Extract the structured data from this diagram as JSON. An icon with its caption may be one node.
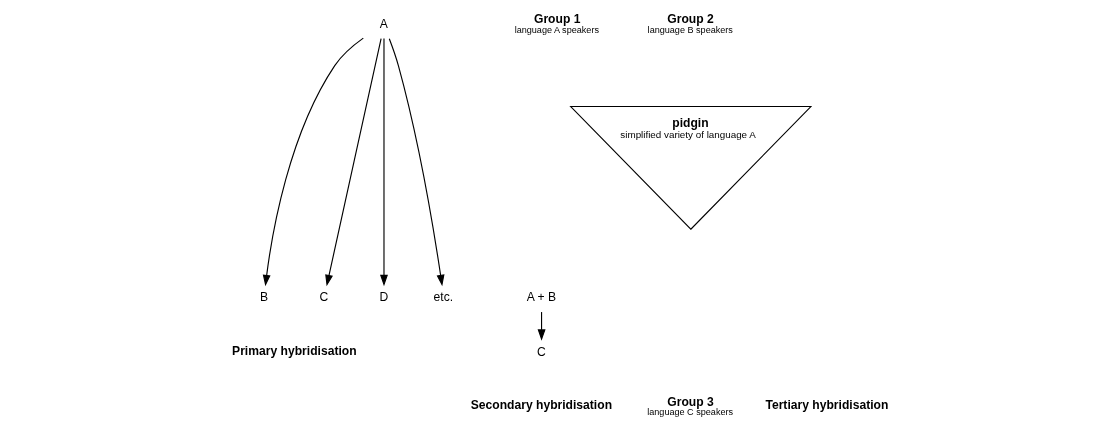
{
  "diagram": {
    "nodes": [
      {
        "text": [
          "A"
        ]
      },
      {
        "text": [
          "B"
        ]
      },
      {
        "text": [
          "C"
        ]
      },
      {
        "text": [
          "D"
        ]
      },
      {
        "text": [
          "etc."
        ]
      },
      {
        "text": [
          "A + B"
        ]
      },
      {
        "text": [
          "C"
        ]
      },
      {
        "text": [
          "pidgin",
          "simplified variety of language A"
        ]
      }
    ],
    "edges": [
      {
        "from": 0,
        "to": 1,
        "arrow": "to"
      },
      {
        "from": 0,
        "to": 2,
        "arrow": "to"
      },
      {
        "from": 0,
        "to": 3,
        "arrow": "to"
      },
      {
        "from": 0,
        "to": 4,
        "arrow": "to"
      },
      {
        "from": 5,
        "to": 6,
        "arrow": "to"
      }
    ],
    "labels": [
      "Group 1",
      "language A speakers",
      "Group 2",
      "language B speakers",
      "Primary hybridisation",
      "Secondary hybridisation",
      "Group 3",
      "language C speakers",
      "Tertiary hybridisation"
    ]
  }
}
